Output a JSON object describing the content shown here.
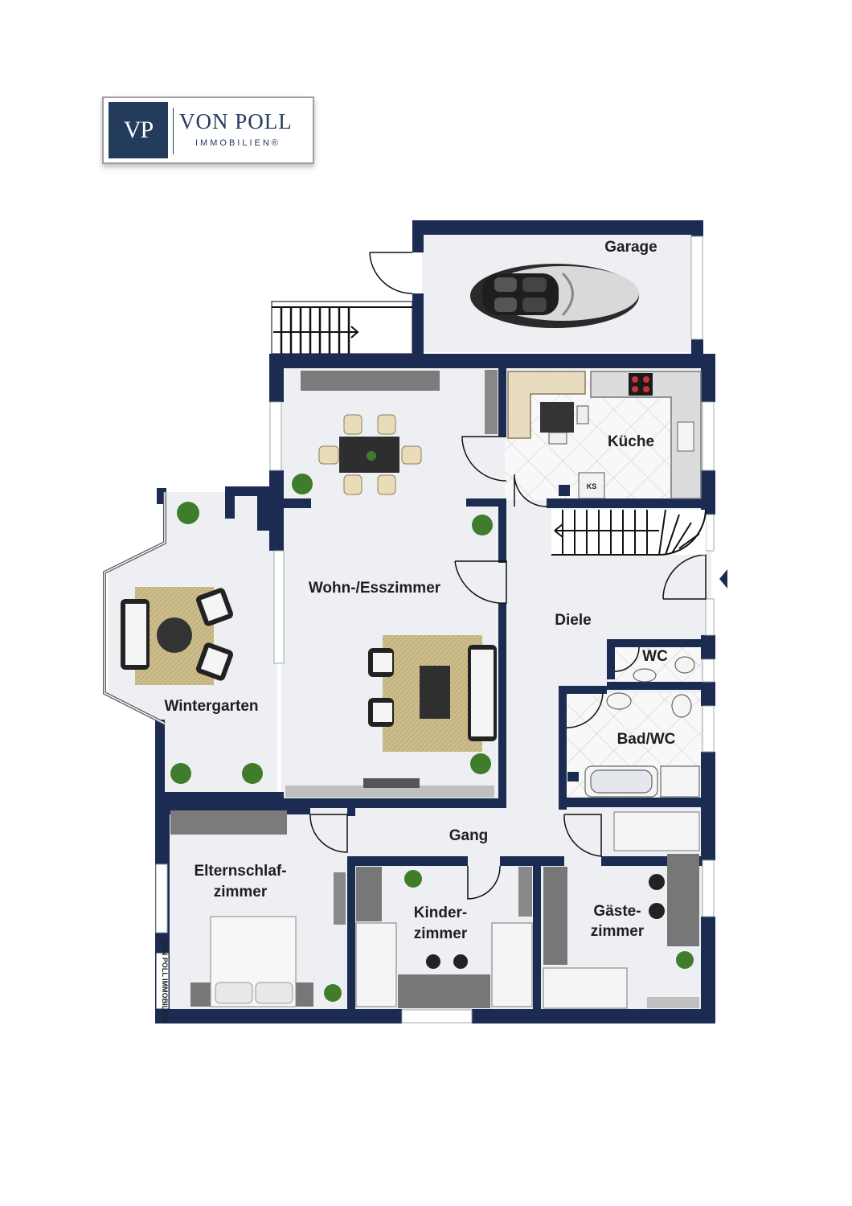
{
  "logo": {
    "mark": "VP",
    "name": "VON POLL",
    "sub": "IMMOBILIEN®"
  },
  "stamp": "VON POLL IMMOBILIEN",
  "rooms": {
    "garage": "Garage",
    "kueche": "Küche",
    "wohn": "Wohn-/Esszimmer",
    "wintergarten": "Wintergarten",
    "diele": "Diele",
    "wc": "WC",
    "bad": "Bad/WC",
    "gang": "Gang",
    "eltern_1": "Elternschlaf-",
    "eltern_2": "zimmer",
    "kinder_1": "Kinder-",
    "kinder_2": "zimmer",
    "gaeste_1": "Gäste-",
    "gaeste_2": "zimmer"
  },
  "appliance_label": "KS",
  "colors": {
    "wall": "#1b2b52",
    "floor": "#eeeff3",
    "tile": "#f7f7f7",
    "rug": "#c9b98a",
    "plant": "#3f7d2c",
    "furniture": "#6e6e6e"
  }
}
